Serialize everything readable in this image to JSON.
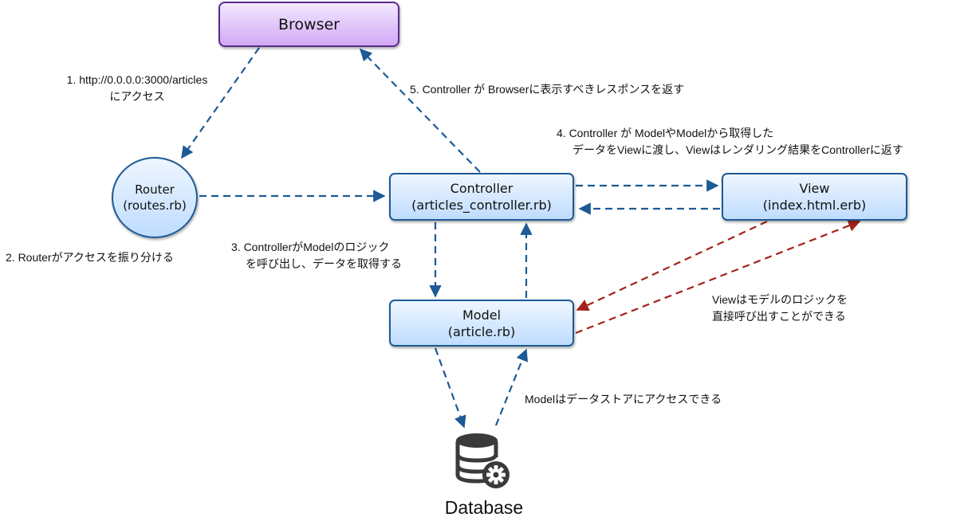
{
  "nodes": {
    "browser": {
      "title": "Browser"
    },
    "router": {
      "title": "Router",
      "subtitle": "(routes.rb)"
    },
    "controller": {
      "title": "Controller",
      "subtitle": "(articles_controller.rb)"
    },
    "view": {
      "title": "View",
      "subtitle": "(index.html.erb)"
    },
    "model": {
      "title": "Model",
      "subtitle": "(article.rb)"
    },
    "database": {
      "title": "Database",
      "icon": "database-gear-icon"
    }
  },
  "labels": {
    "step1": {
      "line1": "1. http://0.0.0.0:3000/articles",
      "line2": "にアクセス"
    },
    "step2": {
      "line1": "2. Routerがアクセスを振り分ける"
    },
    "step3": {
      "line1": "3. ControllerがModelのロジック",
      "line2": "を呼び出し、データを取得する"
    },
    "step4": {
      "line1": "4. Controller が ModelやModelから取得した",
      "line2": "データをViewに渡し、Viewはレンダリング結果をControllerに返す"
    },
    "step5": {
      "line1": "5. Controller が Browserに表示すべきレスポンスを返す"
    },
    "view_model": {
      "line1": "Viewはモデルのロジックを",
      "line2": "直接呼び出すことができる"
    },
    "model_db": {
      "line1": "Modelはデータストアにアクセスできる"
    }
  },
  "colors": {
    "flow_arrow": "#1d5a96",
    "direct_arrow": "#a3231c",
    "node_border": "#1d5a96",
    "browser_border": "#5a2a8c",
    "icon": "#3a3a3a"
  },
  "edges": [
    {
      "from": "browser",
      "to": "router",
      "style": "blue-dashed"
    },
    {
      "from": "router",
      "to": "controller",
      "style": "blue-dashed"
    },
    {
      "from": "controller",
      "to": "browser",
      "style": "blue-dashed"
    },
    {
      "from": "controller",
      "to": "view",
      "style": "blue-dashed"
    },
    {
      "from": "view",
      "to": "controller",
      "style": "blue-dashed"
    },
    {
      "from": "controller",
      "to": "model",
      "style": "blue-dashed"
    },
    {
      "from": "model",
      "to": "controller",
      "style": "blue-dashed"
    },
    {
      "from": "view",
      "to": "model",
      "style": "red-dashed"
    },
    {
      "from": "model",
      "to": "view",
      "style": "red-dashed"
    },
    {
      "from": "model",
      "to": "database",
      "style": "blue-dashed"
    },
    {
      "from": "database",
      "to": "model",
      "style": "blue-dashed"
    }
  ]
}
